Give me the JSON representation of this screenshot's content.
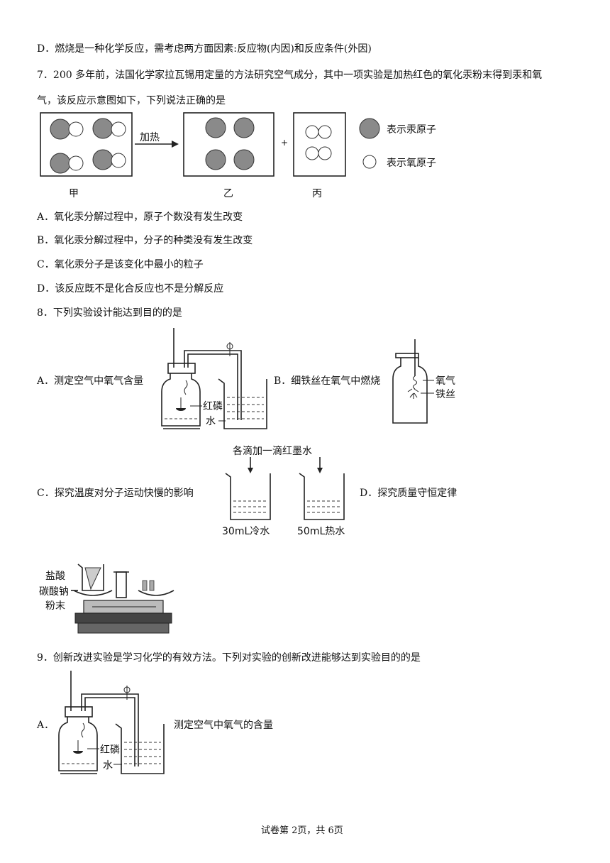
{
  "lines": {
    "q6d": "D．燃烧是一种化学反应，需考虑两方面因素:反应物(内因)和反应条件(外因)",
    "q7_l1": "7．200 多年前，法国化学家拉瓦锡用定量的方法研究空气成分，其中一项实验是加热红色的氧化汞粉末得到汞和氧",
    "q7_l2": "气，该反应示意图如下，下列说法正确的是",
    "q7a": "A．氧化汞分解过程中，原子个数没有发生改变",
    "q7b": "B．氧化汞分解过程中，分子的种类没有发生改变",
    "q7c": "C．氧化汞分子是该变化中最小的粒子",
    "q7d": "D．该反应既不是化合反应也不是分解反应",
    "q8": "8．下列实验设计能达到目的的是",
    "q8a": "A．测定空气中氧气含量",
    "q8b": "B．细铁丝在氧气中燃烧",
    "q8c": "C．探究温度对分子运动快慢的影响",
    "q8d": "D．探究质量守恒定律",
    "q9": "9．创新改进实验是学习化学的有效方法。下列对实验的创新改进能够达到实验目的的是",
    "q9a_letter": "A．",
    "q9a": "测定空气中氧气的含量"
  },
  "fig7": {
    "arrow_label": "加热",
    "plus": "+",
    "legend_hg": "表示汞原子",
    "legend_o": "表示氧原子",
    "box_jia": "甲",
    "box_yi": "乙",
    "box_bing": "丙"
  },
  "fig8a": {
    "red_p": "红磷",
    "water": "水"
  },
  "fig8b": {
    "oxygen": "氧气",
    "iron": "铁丝"
  },
  "fig8c": {
    "top": "各滴加一滴红墨水",
    "cold": "30mL冷水",
    "hot": "50mL热水"
  },
  "fig8d": {
    "hcl": "盐酸",
    "na2co3": "碳酸钠",
    "powder": "粉末"
  },
  "fig9a": {
    "red_p": "红磷",
    "water": "水"
  },
  "footer": "试卷第 2页，共 6页"
}
